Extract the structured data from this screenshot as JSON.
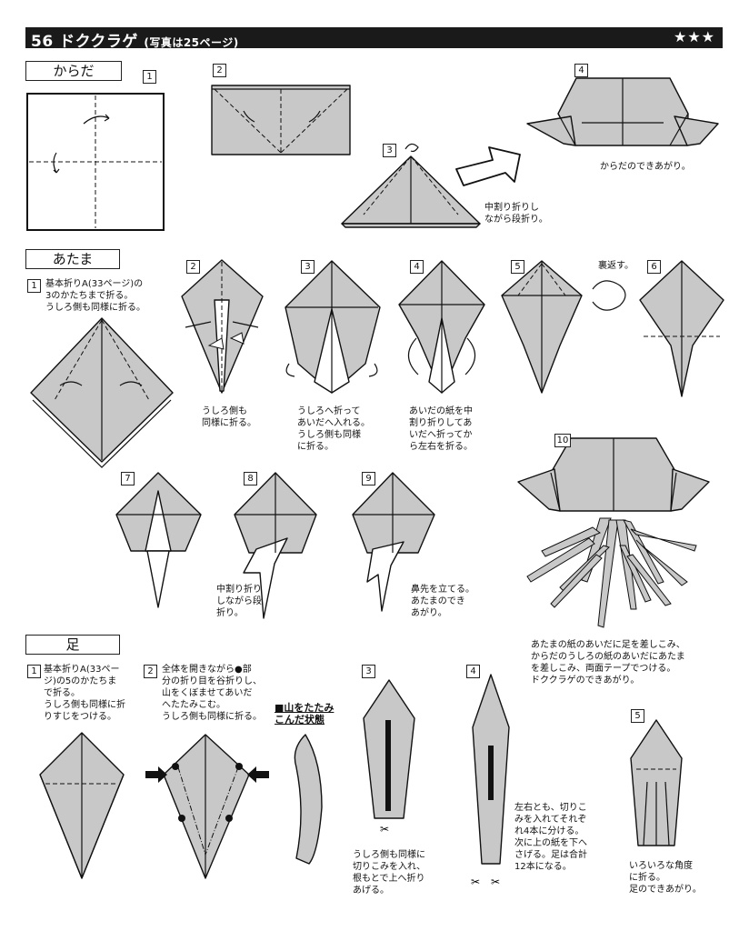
{
  "header": {
    "title_main": "56 ドククラゲ",
    "title_sub": "(写真は25ページ)",
    "difficulty": "★★★"
  },
  "sections": {
    "body": "からだ",
    "head": "あたま",
    "legs": "足"
  },
  "body_steps": [
    {
      "num": "1"
    },
    {
      "num": "2"
    },
    {
      "num": "3"
    },
    {
      "num": "4"
    }
  ],
  "body_captions": {
    "s3": "中割り折りし\nながら段折り。",
    "s4": "からだのできあがり。"
  },
  "head_steps": [
    "1",
    "2",
    "3",
    "4",
    "5",
    "6",
    "7",
    "8",
    "9",
    "10"
  ],
  "head_captions": {
    "s1": "基本折りA(33ページ)の\n3のかたちまで折る。\nうしろ側も同様に折る。",
    "s2": "うしろ側も\n同様に折る。",
    "s3": "うしろへ折って\nあいだへ入れる。\nうしろ側も同様\nに折る。",
    "s4": "あいだの紙を中\n割り折りしてあ\nいだへ折ってか\nら左右を折る。",
    "flip": "裏返す。",
    "s8": "中割り折り\nしながら段\n折り。",
    "s9": "鼻先を立てる。\nあたまのでき\nあがり。",
    "s10": "あたまの紙のあいだに足を差しこみ、\nからだのうしろの紙のあいだにあたま\nを差しこみ、両面テープでつける。\nドククラゲのできあがり。"
  },
  "leg_steps": [
    "1",
    "2",
    "3",
    "4",
    "5"
  ],
  "leg_captions": {
    "s1": "基本折りA(33ペー\nジ)の5のかたちま\nで折る。\nうしろ側も同様に折\nりすじをつける。",
    "s2": "全体を開きながら●部\n分の折り目を谷折りし、\n山をくぼませてあいだ\nへたたみこむ。\nうしろ側も同様に折る。",
    "inset": "■山をたたみ\nこんだ状態",
    "s3": "うしろ側も同様に\n切りこみを入れ、\n根もとで上へ折り\nあげる。",
    "s4": "左右とも、切りこ\nみを入れてそれぞ\nれ4本に分ける。\n次に上の紙を下へ\nさげる。足は合計\n12本になる。",
    "s5": "いろいろな角度\nに折る。\n足のできあがり。"
  }
}
